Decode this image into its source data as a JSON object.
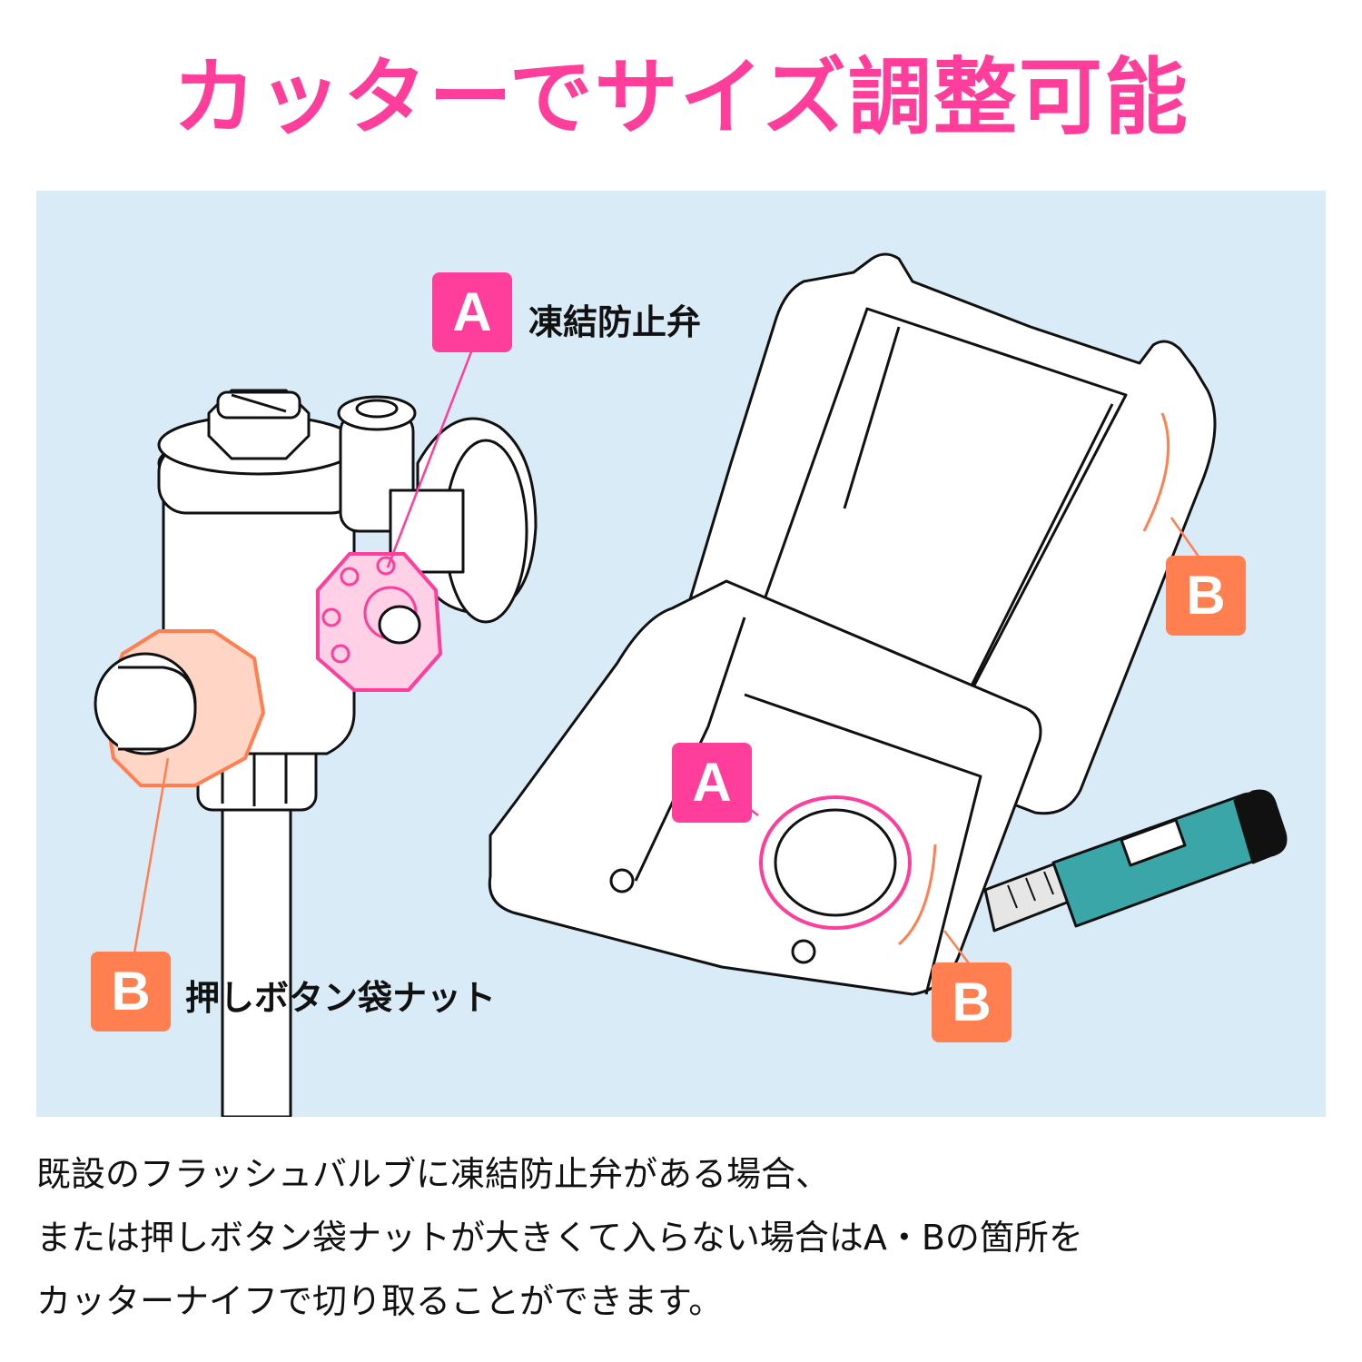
{
  "title": {
    "part1": "カッターでサイズ",
    "part2": "調整可能"
  },
  "labels": {
    "a_letter": "A",
    "a_text": "凍結防止弁",
    "b_letter": "B",
    "b_text": "押しボタン袋ナット"
  },
  "description": [
    "既設のフラッシュバルブに凍結防止弁がある場合、",
    "または押しボタン袋ナットが大きくて入らない場合はA・Bの箇所を",
    "カッターナイフで切り取ることができます。"
  ],
  "colors": {
    "title_pink": "#ff3d9a",
    "badge_a": "#ff3d9a",
    "badge_b": "#ff7f50",
    "panel_bg": "#d8ebf7",
    "knife_teal": "#3aa6a8"
  },
  "icons": [
    "flush-valve-icon",
    "protective-box-icon",
    "cutter-knife-icon"
  ]
}
